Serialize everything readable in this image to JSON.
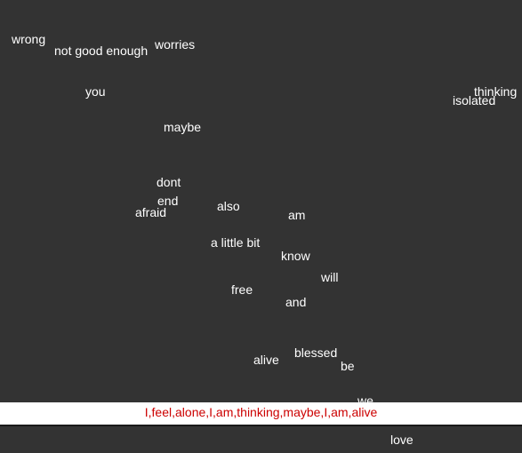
{
  "game": {
    "words": {
      "wrong": "wrong",
      "not_good_enough": "not good enough",
      "worries": "worries",
      "you": "you",
      "thinking": "thinking",
      "isolated": "isolated",
      "maybe": "maybe",
      "dont": "dont",
      "end": "end",
      "afraid": "afraid",
      "also": "also",
      "am": "am",
      "a_little_bit": "a little bit",
      "know": "know",
      "will": "will",
      "free": "free",
      "and": "and",
      "blessed": "blessed",
      "alive": "alive",
      "be": "be",
      "we": "we",
      "love": "love"
    },
    "sentence": "I,feel,alone,I,am,thinking,maybe,I,am,alive",
    "colors": {
      "background": "#333333",
      "word": "#ffffff",
      "sentence_text": "#cc0000",
      "sentence_bar": "#ffffff"
    }
  }
}
